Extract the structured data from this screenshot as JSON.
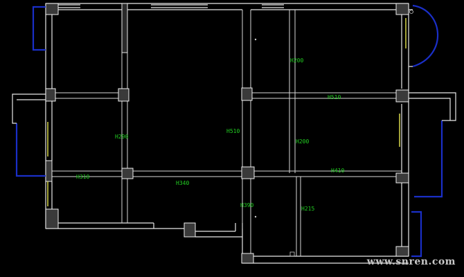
{
  "colors": {
    "background": "#000000",
    "wall": "#e8e8e8",
    "label": "#22d022",
    "balcony": "#1a2fc8",
    "window": "#d8d84a"
  },
  "labels": {
    "h200_top": "H200",
    "h510_right": "H510",
    "h290": "H290",
    "h510_mid": "H510",
    "h200_mid": "H200",
    "h410": "H410",
    "h310": "H310",
    "h340": "H340",
    "h390": "H390",
    "h215": "H215"
  },
  "watermark": "www.snren.com"
}
